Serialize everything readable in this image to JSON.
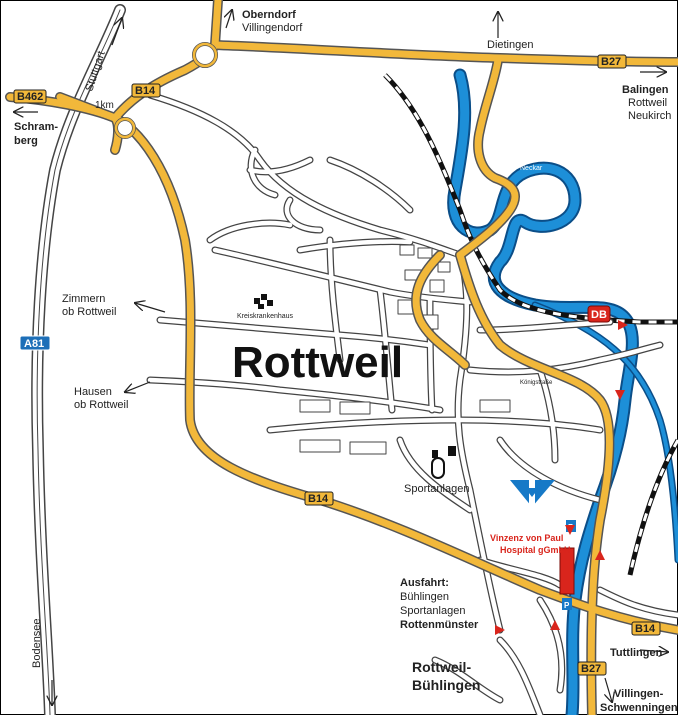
{
  "map": {
    "city": "Rottweil",
    "colors": {
      "main_road": "#f2b83a",
      "road_outline": "#555555",
      "street": "#ffffff",
      "street_outline": "#444444",
      "river": "#1d8fd8",
      "river_outline": "#0b4e88",
      "route_arrow": "#d9251c",
      "hospital_text": "#d9251c",
      "logo": "#1679c7",
      "label": "#222222"
    },
    "road_badges": {
      "b462": "B462",
      "b14_north": "B14",
      "b14_center": "B14",
      "b14_east": "B14",
      "b27_north": "B27",
      "b27_south": "B27",
      "a81": "A81",
      "rail_db": "DB"
    },
    "labels": {
      "oberndorf": "Oberndorf",
      "villingendorf": "Villingendorf",
      "dietingen": "Dietingen",
      "balingen": "Balingen",
      "rottweil_abbr": "Rottweil",
      "neukirch": "Neukirch",
      "schram": "Schram-",
      "berg": "berg",
      "stuttgart": "Stuttgart",
      "one_km": "1km",
      "zimmern": "Zimmern",
      "ob_rottweil_1": "ob Rottweil",
      "hausen": "Hausen",
      "ob_rottweil_2": "ob Rottweil",
      "bodensee": "Bodensee",
      "kreiskrankenhaus": "Kreiskrankenhaus",
      "sportanlagen": "Sportanlagen",
      "neckar": "Neckar",
      "koenigstrasse": "Königstraße",
      "vinzenz": "Vinzenz von Paul",
      "hospital": "Hospital gGmbH",
      "ausfahrt": "Ausfahrt:",
      "buehlingen": "Bühlingen",
      "sportanlagen2": "Sportanlagen",
      "rottenmuenster": "Rottenmünster",
      "rw_buehlingen_1": "Rottweil-",
      "rw_buehlingen_2": "Bühlingen",
      "tuttlingen": "Tuttlingen",
      "villingen": "Villingen-",
      "schwenningen": "Schwenningen",
      "parking": "P"
    }
  }
}
